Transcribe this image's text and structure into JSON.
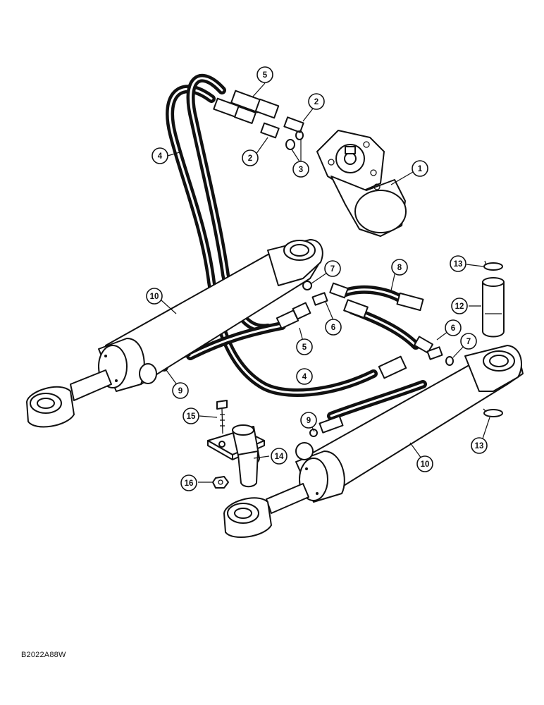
{
  "figure": {
    "code": "B2022A88W"
  },
  "callouts": [
    {
      "id": "callout-1",
      "label": "1"
    },
    {
      "id": "callout-2a",
      "label": "2"
    },
    {
      "id": "callout-2b",
      "label": "2"
    },
    {
      "id": "callout-3",
      "label": "3"
    },
    {
      "id": "callout-4a",
      "label": "4"
    },
    {
      "id": "callout-4b",
      "label": "4"
    },
    {
      "id": "callout-5a",
      "label": "5"
    },
    {
      "id": "callout-5b",
      "label": "5"
    },
    {
      "id": "callout-6a",
      "label": "6"
    },
    {
      "id": "callout-6b",
      "label": "6"
    },
    {
      "id": "callout-7a",
      "label": "7"
    },
    {
      "id": "callout-7b",
      "label": "7"
    },
    {
      "id": "callout-8",
      "label": "8"
    },
    {
      "id": "callout-9a",
      "label": "9"
    },
    {
      "id": "callout-9b",
      "label": "9"
    },
    {
      "id": "callout-10a",
      "label": "10"
    },
    {
      "id": "callout-10b",
      "label": "10"
    },
    {
      "id": "callout-12",
      "label": "12"
    },
    {
      "id": "callout-13a",
      "label": "13"
    },
    {
      "id": "callout-13b",
      "label": "13"
    },
    {
      "id": "callout-14",
      "label": "14"
    },
    {
      "id": "callout-15",
      "label": "15"
    },
    {
      "id": "callout-16",
      "label": "16"
    }
  ]
}
